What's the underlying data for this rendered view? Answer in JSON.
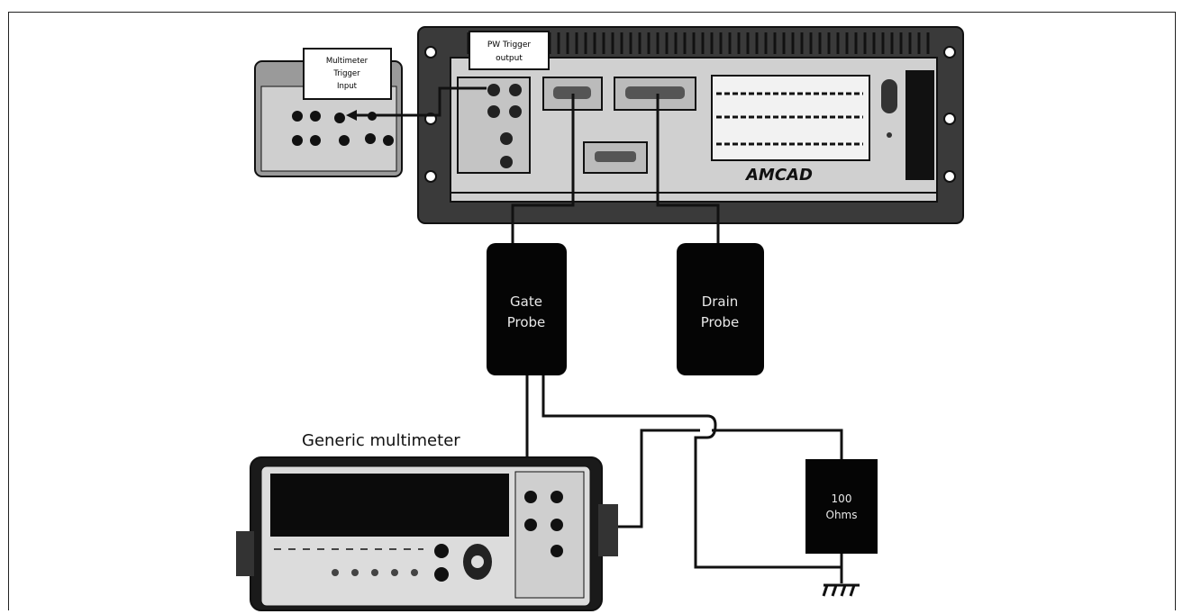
{
  "title": "Generic multimeter",
  "callouts": {
    "multimeter_trigger": [
      "Multimeter",
      "Trigger",
      "Input"
    ],
    "pw_trigger": [
      "PW Trigger",
      "output"
    ]
  },
  "probes": {
    "gate": [
      "Gate",
      "Probe"
    ],
    "drain": [
      "Drain",
      "Probe"
    ]
  },
  "resistor": [
    "100",
    "Ohms"
  ],
  "brand": "AMCAD",
  "colors": {
    "probe_fill": "#050505",
    "probe_text": "#e8e8e8",
    "line": "#111111",
    "panel": "#d9d9d9",
    "chassis": "#2a2a2a"
  }
}
